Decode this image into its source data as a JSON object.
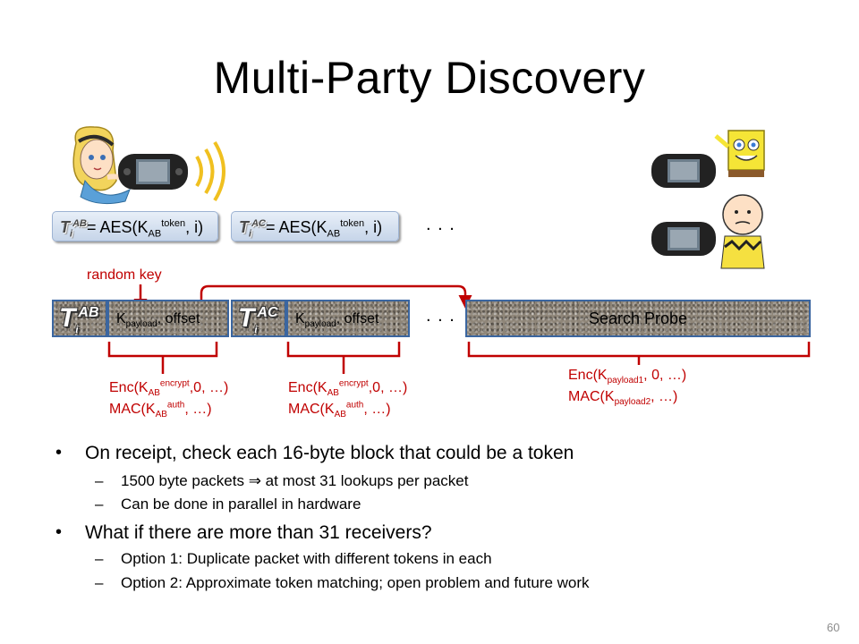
{
  "title": "Multi-Party Discovery",
  "eq1": {
    "token": "T",
    "sub": "i",
    "sup": "AB",
    "rest": "= AES(K",
    "ksub": "AB",
    "ksup": "token",
    "tail": ", i)"
  },
  "eq2": {
    "token": "T",
    "sub": "i",
    "sup": "AC",
    "rest": "= AES(K",
    "ksub": "AB",
    "ksup": "token",
    "tail": ", i)"
  },
  "ellipsis": ". . .",
  "random_key": "random key",
  "packet": {
    "tok1": {
      "t": "T",
      "sub": "i",
      "sup": "AB"
    },
    "payload1": {
      "k": "K",
      "ksub": "payload",
      "tail": ", offset"
    },
    "tok2": {
      "t": "T",
      "sub": "i",
      "sup": "AC"
    },
    "payload2": {
      "k": "K",
      "ksub": "payload",
      "tail": ", offset"
    },
    "ellipsis": ". . .",
    "probe": "Search Probe"
  },
  "enc1": {
    "l1a": "Enc(K",
    "l1sub": "AB",
    "l1sup": "encrypt",
    "l1b": ",0, …)",
    "l2a": "MAC(K",
    "l2sub": "AB",
    "l2sup": "auth",
    "l2b": ", …)"
  },
  "enc2": {
    "l1a": "Enc(K",
    "l1sub": "AB",
    "l1sup": "encrypt",
    "l1b": ",0, …)",
    "l2a": "MAC(K",
    "l2sub": "AB",
    "l2sup": "auth",
    "l2b": ", …)"
  },
  "enc3": {
    "l1a": "Enc(K",
    "l1sub": "payload1",
    "l1b": ", 0, …)",
    "l2a": "MAC(K",
    "l2sub": "payload2",
    "l2b": ", …)"
  },
  "bullets": [
    {
      "text": "On receipt, check each 16-byte block that could be a token",
      "subs": [
        "1500 byte packets  ⇒  at most 31 lookups per packet",
        "Can be done in parallel in hardware"
      ]
    },
    {
      "text": "What if there are more than 31 receivers?",
      "subs": [
        "Option 1: Duplicate packet with different tokens in each",
        "Option 2: Approximate token matching; open problem and future work"
      ]
    }
  ],
  "bullet_char": "•",
  "dash_char": "–",
  "page_number": "60"
}
